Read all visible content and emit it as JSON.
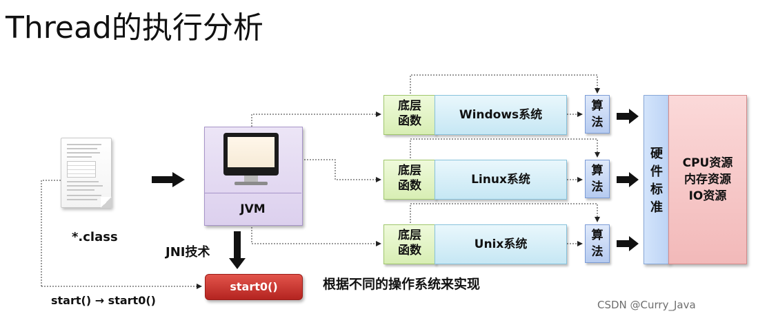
{
  "title": "Thread的执行分析",
  "class_file": {
    "label": "*.class",
    "icon": "document-icon"
  },
  "jvm": {
    "label": "JVM",
    "icon": "monitor-icon"
  },
  "jni_label": "JNI技术",
  "start0_label": "start0()",
  "start_call_label": "start() → start0()",
  "os_caption": "根据不同的操作系统来实现",
  "rows": [
    {
      "native_line1": "底层",
      "native_line2": "函数",
      "os": "Windows系统",
      "algo_line1": "算",
      "algo_line2": "法"
    },
    {
      "native_line1": "底层",
      "native_line2": "函数",
      "os": "Linux系统",
      "algo_line1": "算",
      "algo_line2": "法"
    },
    {
      "native_line1": "底层",
      "native_line2": "函数",
      "os": "Unix系统",
      "algo_line1": "算",
      "algo_line2": "法"
    }
  ],
  "hardware": {
    "c1": "硬",
    "c2": "件",
    "c3": "标",
    "c4": "准"
  },
  "resources": {
    "r1": "CPU资源",
    "r2": "内存资源",
    "r3": "IO资源"
  },
  "watermark": "CSDN @Curry_Java",
  "colors": {
    "native_box": "#d8eeb4",
    "os_box": "#c6e7f4",
    "algo_box": "#b6cbf0",
    "jvm_box": "#dcd0ee",
    "start0_box": "#c0302a",
    "resource_box": "#f2b9b9"
  }
}
